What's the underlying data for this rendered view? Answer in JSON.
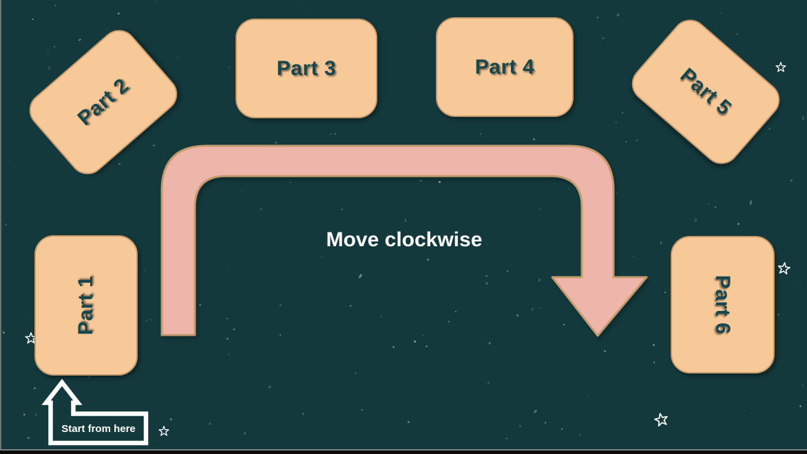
{
  "diagram": {
    "parts": [
      {
        "label": "Part 1"
      },
      {
        "label": "Part 2"
      },
      {
        "label": "Part 3"
      },
      {
        "label": "Part 4"
      },
      {
        "label": "Part 5"
      },
      {
        "label": "Part 6"
      }
    ],
    "flow_label": "Move clockwise",
    "start_label": "Start from here",
    "colors": {
      "background": "#14393C",
      "node_fill": "#F8C998",
      "node_border": "#C6996B",
      "node_text": "#18464D",
      "arrow_fill": "#EEB5AA",
      "arrow_border": "#C49B6C",
      "flow_text": "#FFFFFF",
      "start_outline": "#FFFFFF",
      "star_outline": "#FFFFFF"
    }
  }
}
